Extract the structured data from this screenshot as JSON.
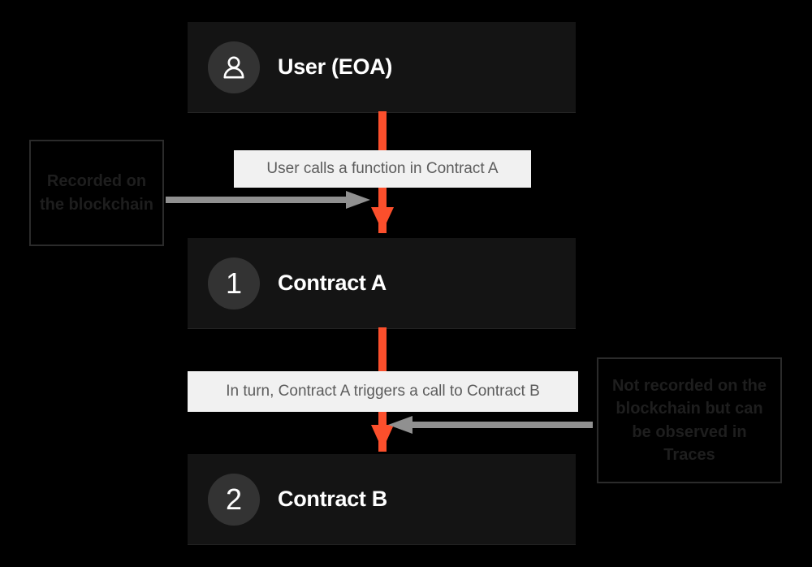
{
  "diagram": {
    "background_color": "#000000",
    "accent_color": "#fb4f2c",
    "gray_arrow_color": "#909090",
    "caption_bg_color": "#f1f1f1",
    "node_bg_color": "#141414",
    "badge_bg_color": "#333333"
  },
  "nodes": [
    {
      "id": "user",
      "badge_type": "person-icon",
      "badge_text": "",
      "label": "User (EOA)"
    },
    {
      "id": "contract-a",
      "badge_type": "number",
      "badge_text": "1",
      "label": "Contract A"
    },
    {
      "id": "contract-b",
      "badge_type": "number",
      "badge_text": "2",
      "label": "Contract B"
    }
  ],
  "captions": [
    {
      "id": "caption-1",
      "text": "User calls a function in Contract A"
    },
    {
      "id": "caption-2",
      "text": "In turn, Contract A triggers a call to Contract B"
    }
  ],
  "annotations": [
    {
      "id": "annot-left",
      "text": "Recorded on the blockchain",
      "points_to": "user-to-contract-a-edge",
      "arrow_direction": "right"
    },
    {
      "id": "annot-right",
      "text": "Not recorded on the blockchain but can be observed in Traces",
      "points_to": "contract-a-to-contract-b-edge",
      "arrow_direction": "left"
    }
  ]
}
